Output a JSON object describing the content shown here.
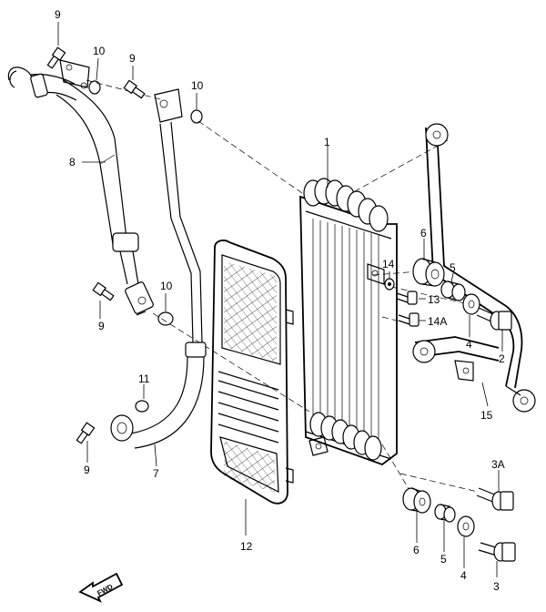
{
  "parts": [
    {
      "id": "p1",
      "label": "1"
    },
    {
      "id": "p2",
      "label": "2"
    },
    {
      "id": "p3",
      "label": "3"
    },
    {
      "id": "p3a",
      "label": "3A"
    },
    {
      "id": "p4a",
      "label": "4"
    },
    {
      "id": "p4b",
      "label": "4"
    },
    {
      "id": "p5a",
      "label": "5"
    },
    {
      "id": "p5b",
      "label": "5"
    },
    {
      "id": "p6a",
      "label": "6"
    },
    {
      "id": "p6b",
      "label": "6"
    },
    {
      "id": "p7",
      "label": "7"
    },
    {
      "id": "p8",
      "label": "8"
    },
    {
      "id": "p9a",
      "label": "9"
    },
    {
      "id": "p9b",
      "label": "9"
    },
    {
      "id": "p9c",
      "label": "9"
    },
    {
      "id": "p9d",
      "label": "9"
    },
    {
      "id": "p10a",
      "label": "10"
    },
    {
      "id": "p10b",
      "label": "10"
    },
    {
      "id": "p10c",
      "label": "10"
    },
    {
      "id": "p11",
      "label": "11"
    },
    {
      "id": "p12",
      "label": "12"
    },
    {
      "id": "p13",
      "label": "13"
    },
    {
      "id": "p14",
      "label": "14"
    },
    {
      "id": "p14a",
      "label": "14A"
    },
    {
      "id": "p15",
      "label": "15"
    }
  ],
  "direction_badge": {
    "text": "FWD",
    "icon": "fwd-arrow-icon"
  }
}
